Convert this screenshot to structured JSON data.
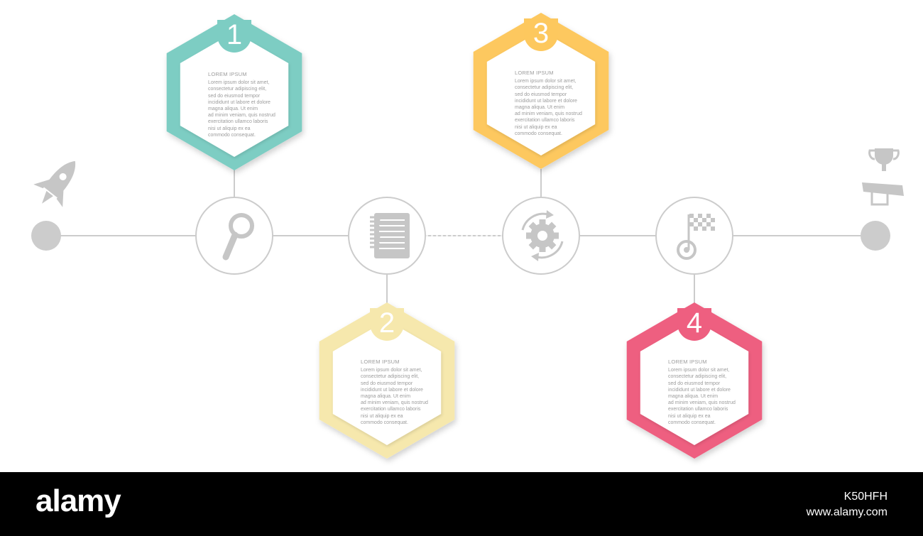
{
  "steps": [
    {
      "number": "1",
      "color": "#7dcdc3",
      "heading": "LOREM IPSUM",
      "body": "Lorem ipsum dolor sit amet,\nconsectetur adipiscing elit,\nsed do eiusmod tempor\nincididunt ut labore et dolore\nmagna aliqua. Ut enim\nad minim veniam, quis nostrud\nexercitation ullamco laboris\nnisi ut aliquip ex ea\ncommodo consequat."
    },
    {
      "number": "2",
      "color": "#f6e8ad",
      "heading": "LOREM IPSUM",
      "body": "Lorem ipsum dolor sit amet,\nconsectetur adipiscing elit,\nsed do eiusmod tempor\nincididunt ut labore et dolore\nmagna aliqua. Ut enim\nad minim veniam, quis nostrud\nexercitation ullamco laboris\nnisi ut aliquip ex ea\ncommodo consequat."
    },
    {
      "number": "3",
      "color": "#fdc85e",
      "heading": "LOREM IPSUM",
      "body": "Lorem ipsum dolor sit amet,\nconsectetur adipiscing elit,\nsed do eiusmod tempor\nincididunt ut labore et dolore\nmagna aliqua. Ut enim\nad minim veniam, quis nostrud\nexercitation ullamco laboris\nnisi ut aliquip ex ea\ncommodo consequat."
    },
    {
      "number": "4",
      "color": "#ee5f80",
      "heading": "LOREM IPSUM",
      "body": "Lorem ipsum dolor sit amet,\nconsectetur adipiscing elit,\nsed do eiusmod tempor\nincididunt ut labore et dolore\nmagna aliqua. Ut enim\nad minim veniam, quis nostrud\nexercitation ullamco laboris\nnisi ut aliquip ex ea\ncommodo consequat."
    }
  ],
  "timeline_icons": [
    "magnifier-icon",
    "notepad-icon",
    "gear-cycle-icon",
    "finish-flag-icon"
  ],
  "start_icon": "rocket-icon",
  "end_icon": "trophy-icon",
  "line_color": "#cccccc",
  "icon_color": "#c6c6c6",
  "footer": {
    "logo": "alamy",
    "image_id": "K50HFH",
    "site": "www.alamy.com"
  }
}
